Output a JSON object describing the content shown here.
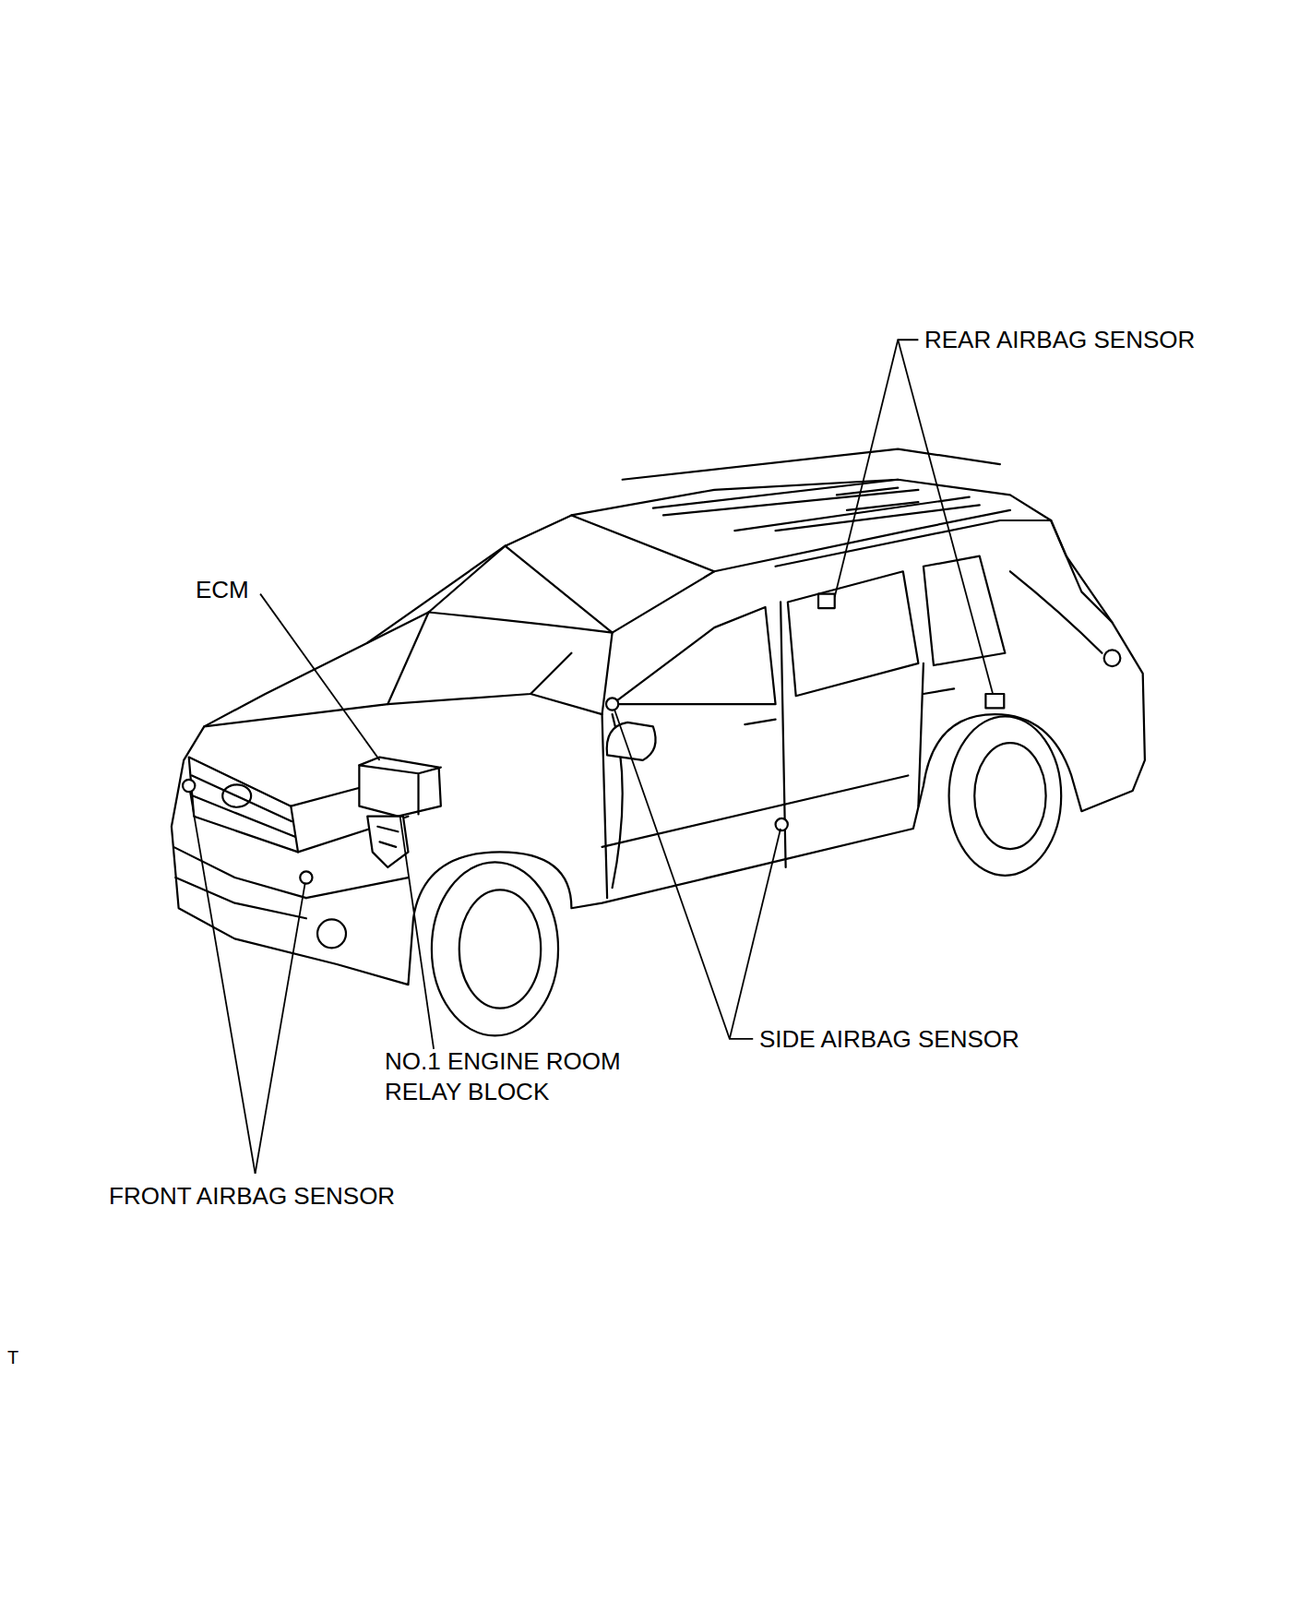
{
  "diagram": {
    "labels": [
      "REAR AIRBAG SENSOR",
      "ECM",
      "SIDE AIRBAG SENSOR",
      "NO.1 ENGINE ROOM RELAY BLOCK",
      "FRONT AIRBAG SENSOR",
      "T"
    ]
  }
}
